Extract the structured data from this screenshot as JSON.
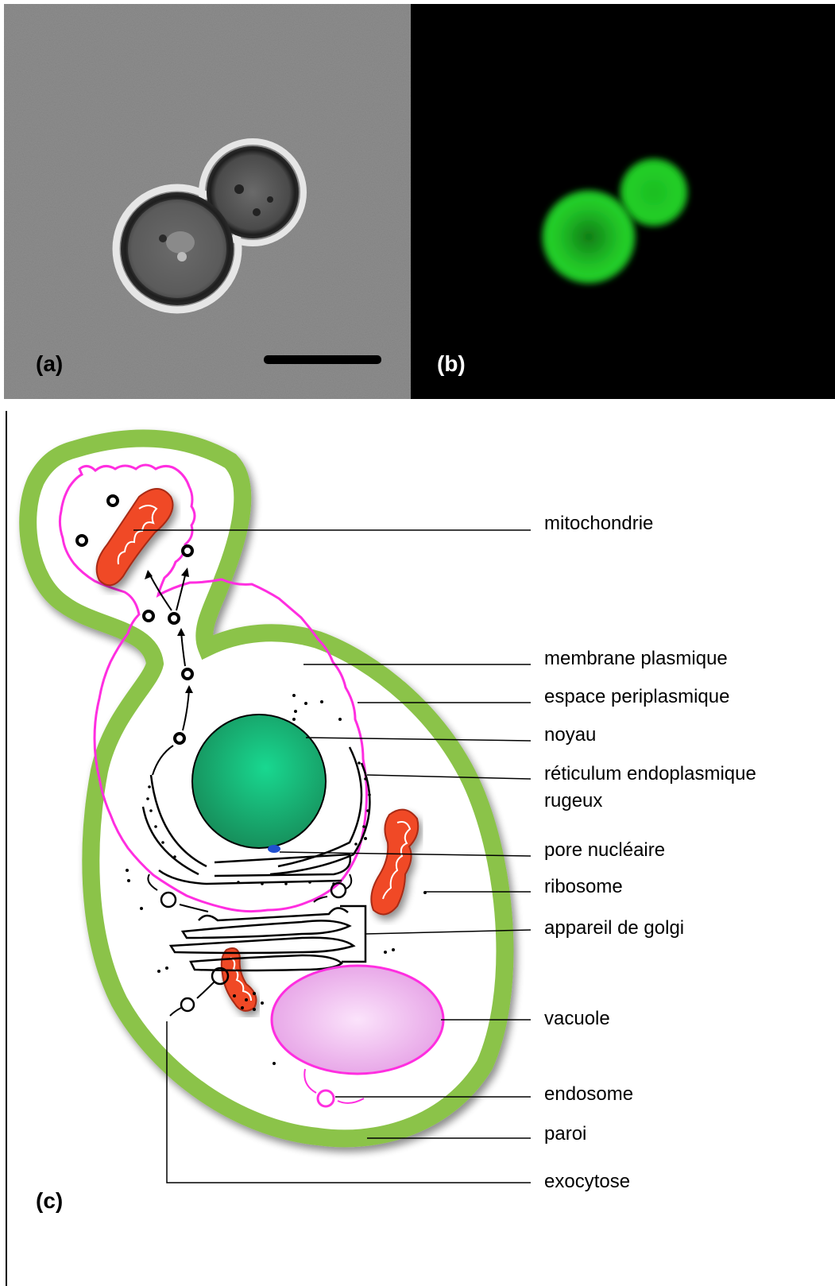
{
  "panels": {
    "a": {
      "tag": "(a)"
    },
    "b": {
      "tag": "(b)"
    },
    "c": {
      "tag": "(c)"
    }
  },
  "labels": {
    "mitochondrie": "mitochondrie",
    "membrane_plasmique": "membrane plasmique",
    "espace_periplasmique": "espace periplasmique",
    "noyau": "noyau",
    "reticulum_line1": "réticulum endoplasmique",
    "reticulum_line2": "rugeux",
    "pore_nucleaire": "pore nucléaire",
    "ribosome": "ribosome",
    "appareil_de_golgi": "appareil de golgi",
    "vacuole": "vacuole",
    "endosome": "endosome",
    "paroi": "paroi",
    "exocytose": "exocytose"
  },
  "colors": {
    "cell_wall": "#8bc34a",
    "plasma_membrane": "#ff2ee0",
    "nucleus": "#1aa56a",
    "mitochondria": "#f04a25",
    "vacuole": "#f2b6f2",
    "fluorescence": "#22d629",
    "nuclear_pore": "#2050d0"
  }
}
